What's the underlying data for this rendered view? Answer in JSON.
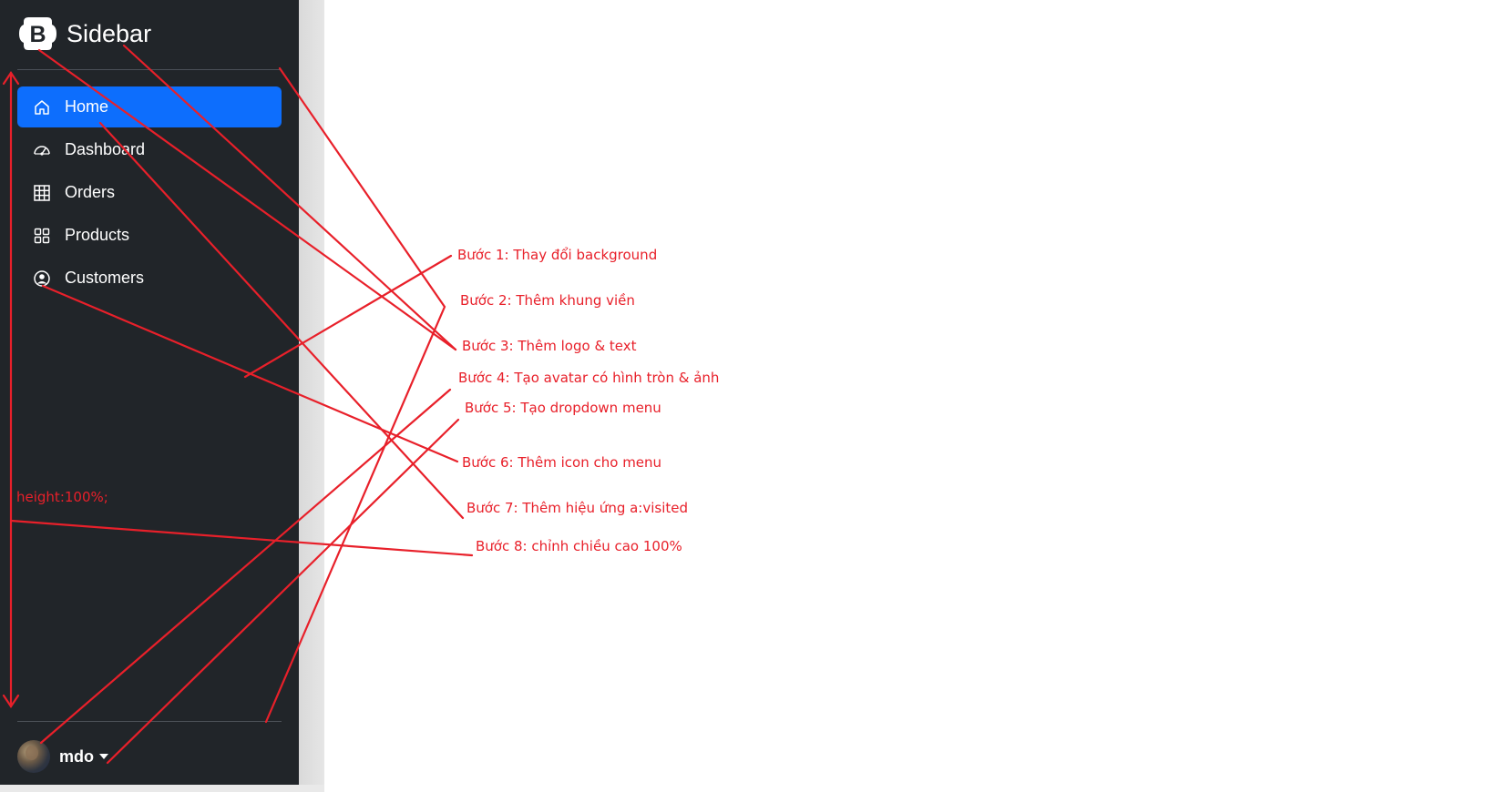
{
  "sidebar": {
    "brand": {
      "logo_letter": "B",
      "text": "Sidebar"
    },
    "nav": [
      {
        "label": "Home",
        "icon": "home-icon",
        "active": true
      },
      {
        "label": "Dashboard",
        "icon": "speedometer-icon",
        "active": false
      },
      {
        "label": "Orders",
        "icon": "table-icon",
        "active": false
      },
      {
        "label": "Products",
        "icon": "grid-icon",
        "active": false
      },
      {
        "label": "Customers",
        "icon": "person-circle-icon",
        "active": false
      }
    ],
    "user": {
      "name": "mdo"
    },
    "colors": {
      "background": "#212529",
      "active": "#0d6efd"
    }
  },
  "annotations": {
    "height_label": "height:100%;",
    "steps": [
      "Bước 1: Thay đổi background",
      "Bước 2: Thêm khung viền",
      "Bước 3: Thêm logo & text",
      "Bước 4: Tạo avatar có hình tròn & ảnh",
      "Bước 5: Tạo dropdown menu",
      "Bước 6: Thêm icon cho menu",
      "Bước 7: Thêm hiệu ứng a:visited",
      "Bước 8: chỉnh chiều cao 100%"
    ],
    "color": "#e8202a"
  }
}
